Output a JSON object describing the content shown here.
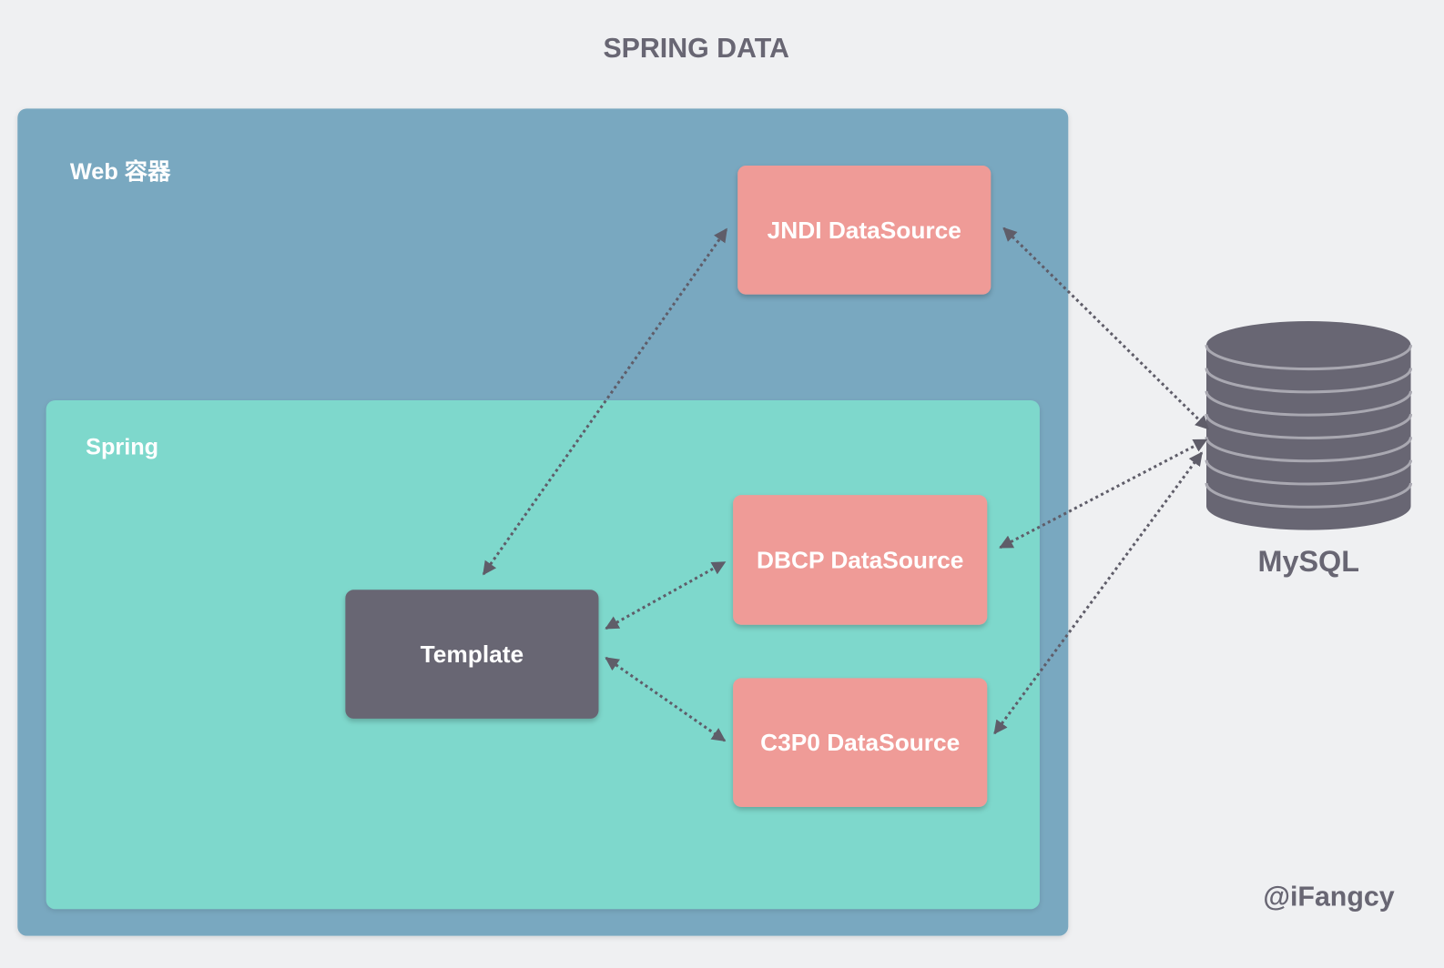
{
  "title": "SPRING DATA",
  "web_container": {
    "label": "Web 容器"
  },
  "spring_container": {
    "label": "Spring"
  },
  "nodes": {
    "jndi": {
      "label": "JNDI DataSource"
    },
    "dbcp": {
      "label": "DBCP DataSource"
    },
    "c3p0": {
      "label": "C3P0 DataSource"
    },
    "template": {
      "label": "Template"
    }
  },
  "database": {
    "label": "MySQL"
  },
  "credit": "@iFangcy",
  "colors": {
    "background": "#eff0f2",
    "web_container": "#79a8c0",
    "spring_container": "#7ed8cc",
    "datasource": "#ef9b97",
    "template": "#686673",
    "database": "#686673",
    "database_rim": "#a9a8b1",
    "text_dark": "#686673",
    "text_light": "#ffffff",
    "arrow": "#5f5d69"
  }
}
